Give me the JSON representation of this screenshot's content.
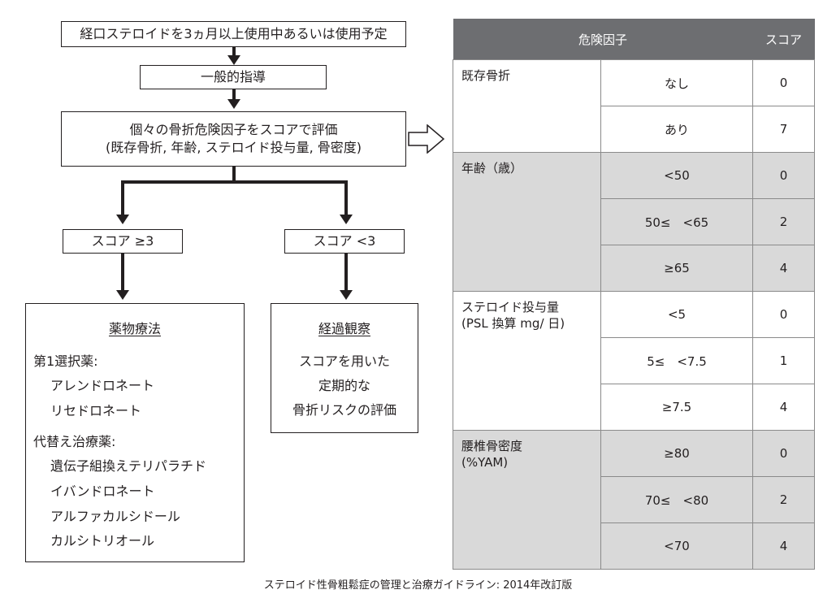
{
  "flow": {
    "start": "経口ステロイドを3ヵ月以上使用中あるいは使用予定",
    "general": "一般的指導",
    "evaluate_line1": "個々の骨折危険因子をスコアで評価",
    "evaluate_line2": "(既存骨折, 年齢, ステロイド投与量, 骨密度)",
    "score_high": "スコア ≥3",
    "score_low": "スコア <3",
    "drug": {
      "title": "薬物療法",
      "first_choice_label": "第1選択薬:",
      "first_choice": [
        "アレンドロネート",
        "リセドロネート"
      ],
      "alternative_label": "代替え治療薬:",
      "alternatives": [
        "遺伝子組換えテリパラチド",
        "イバンドロネート",
        "アルファカルシドール",
        "カルシトリオール"
      ]
    },
    "observe": {
      "title": "経過観察",
      "lines": [
        "スコアを用いた",
        "定期的な",
        "骨折リスクの評価"
      ]
    }
  },
  "table": {
    "header_factor": "危険因子",
    "header_score": "スコア",
    "groups": [
      {
        "factor": "既存骨折",
        "rows": [
          {
            "value": "なし",
            "score": "0"
          },
          {
            "value": "あり",
            "score": "7"
          }
        ]
      },
      {
        "factor": "年齢（歳）",
        "rows": [
          {
            "value": "<50",
            "score": "0"
          },
          {
            "value": "50≤　<65",
            "score": "2"
          },
          {
            "value": "≥65",
            "score": "4"
          }
        ]
      },
      {
        "factor": "ステロイド投与量\n(PSL 換算 mg/ 日)",
        "rows": [
          {
            "value": "<5",
            "score": "0"
          },
          {
            "value": "5≤　<7.5",
            "score": "1"
          },
          {
            "value": "≥7.5",
            "score": "4"
          }
        ]
      },
      {
        "factor": "腰椎骨密度\n(%YAM)",
        "rows": [
          {
            "value": "≥80",
            "score": "0"
          },
          {
            "value": "70≤　<80",
            "score": "2"
          },
          {
            "value": "<70",
            "score": "4"
          }
        ]
      }
    ]
  },
  "caption": "ステロイド性骨粗鬆症の管理と治療ガイドライン: 2014年改訂版"
}
